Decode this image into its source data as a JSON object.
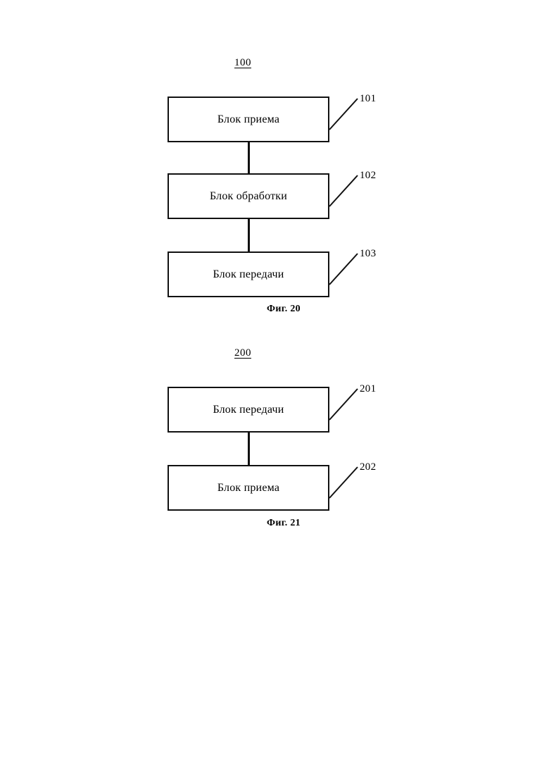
{
  "document": {
    "type": "patent-drawing-sheet",
    "language": "ru",
    "background_color": "#ffffff",
    "ink_color": "#111111"
  },
  "figures": [
    {
      "id": "fig-20",
      "system_number": "100",
      "caption": "Фиг. 20",
      "blocks": [
        {
          "id": "101",
          "label": "Блок приема",
          "ref": "101"
        },
        {
          "id": "102",
          "label": "Блок обработки",
          "ref": "102"
        },
        {
          "id": "103",
          "label": "Блок передачи",
          "ref": "103"
        }
      ]
    },
    {
      "id": "fig-21",
      "system_number": "200",
      "caption": "Фиг. 21",
      "blocks": [
        {
          "id": "201",
          "label": "Блок передачи",
          "ref": "201"
        },
        {
          "id": "202",
          "label": "Блок приема",
          "ref": "202"
        }
      ]
    }
  ]
}
